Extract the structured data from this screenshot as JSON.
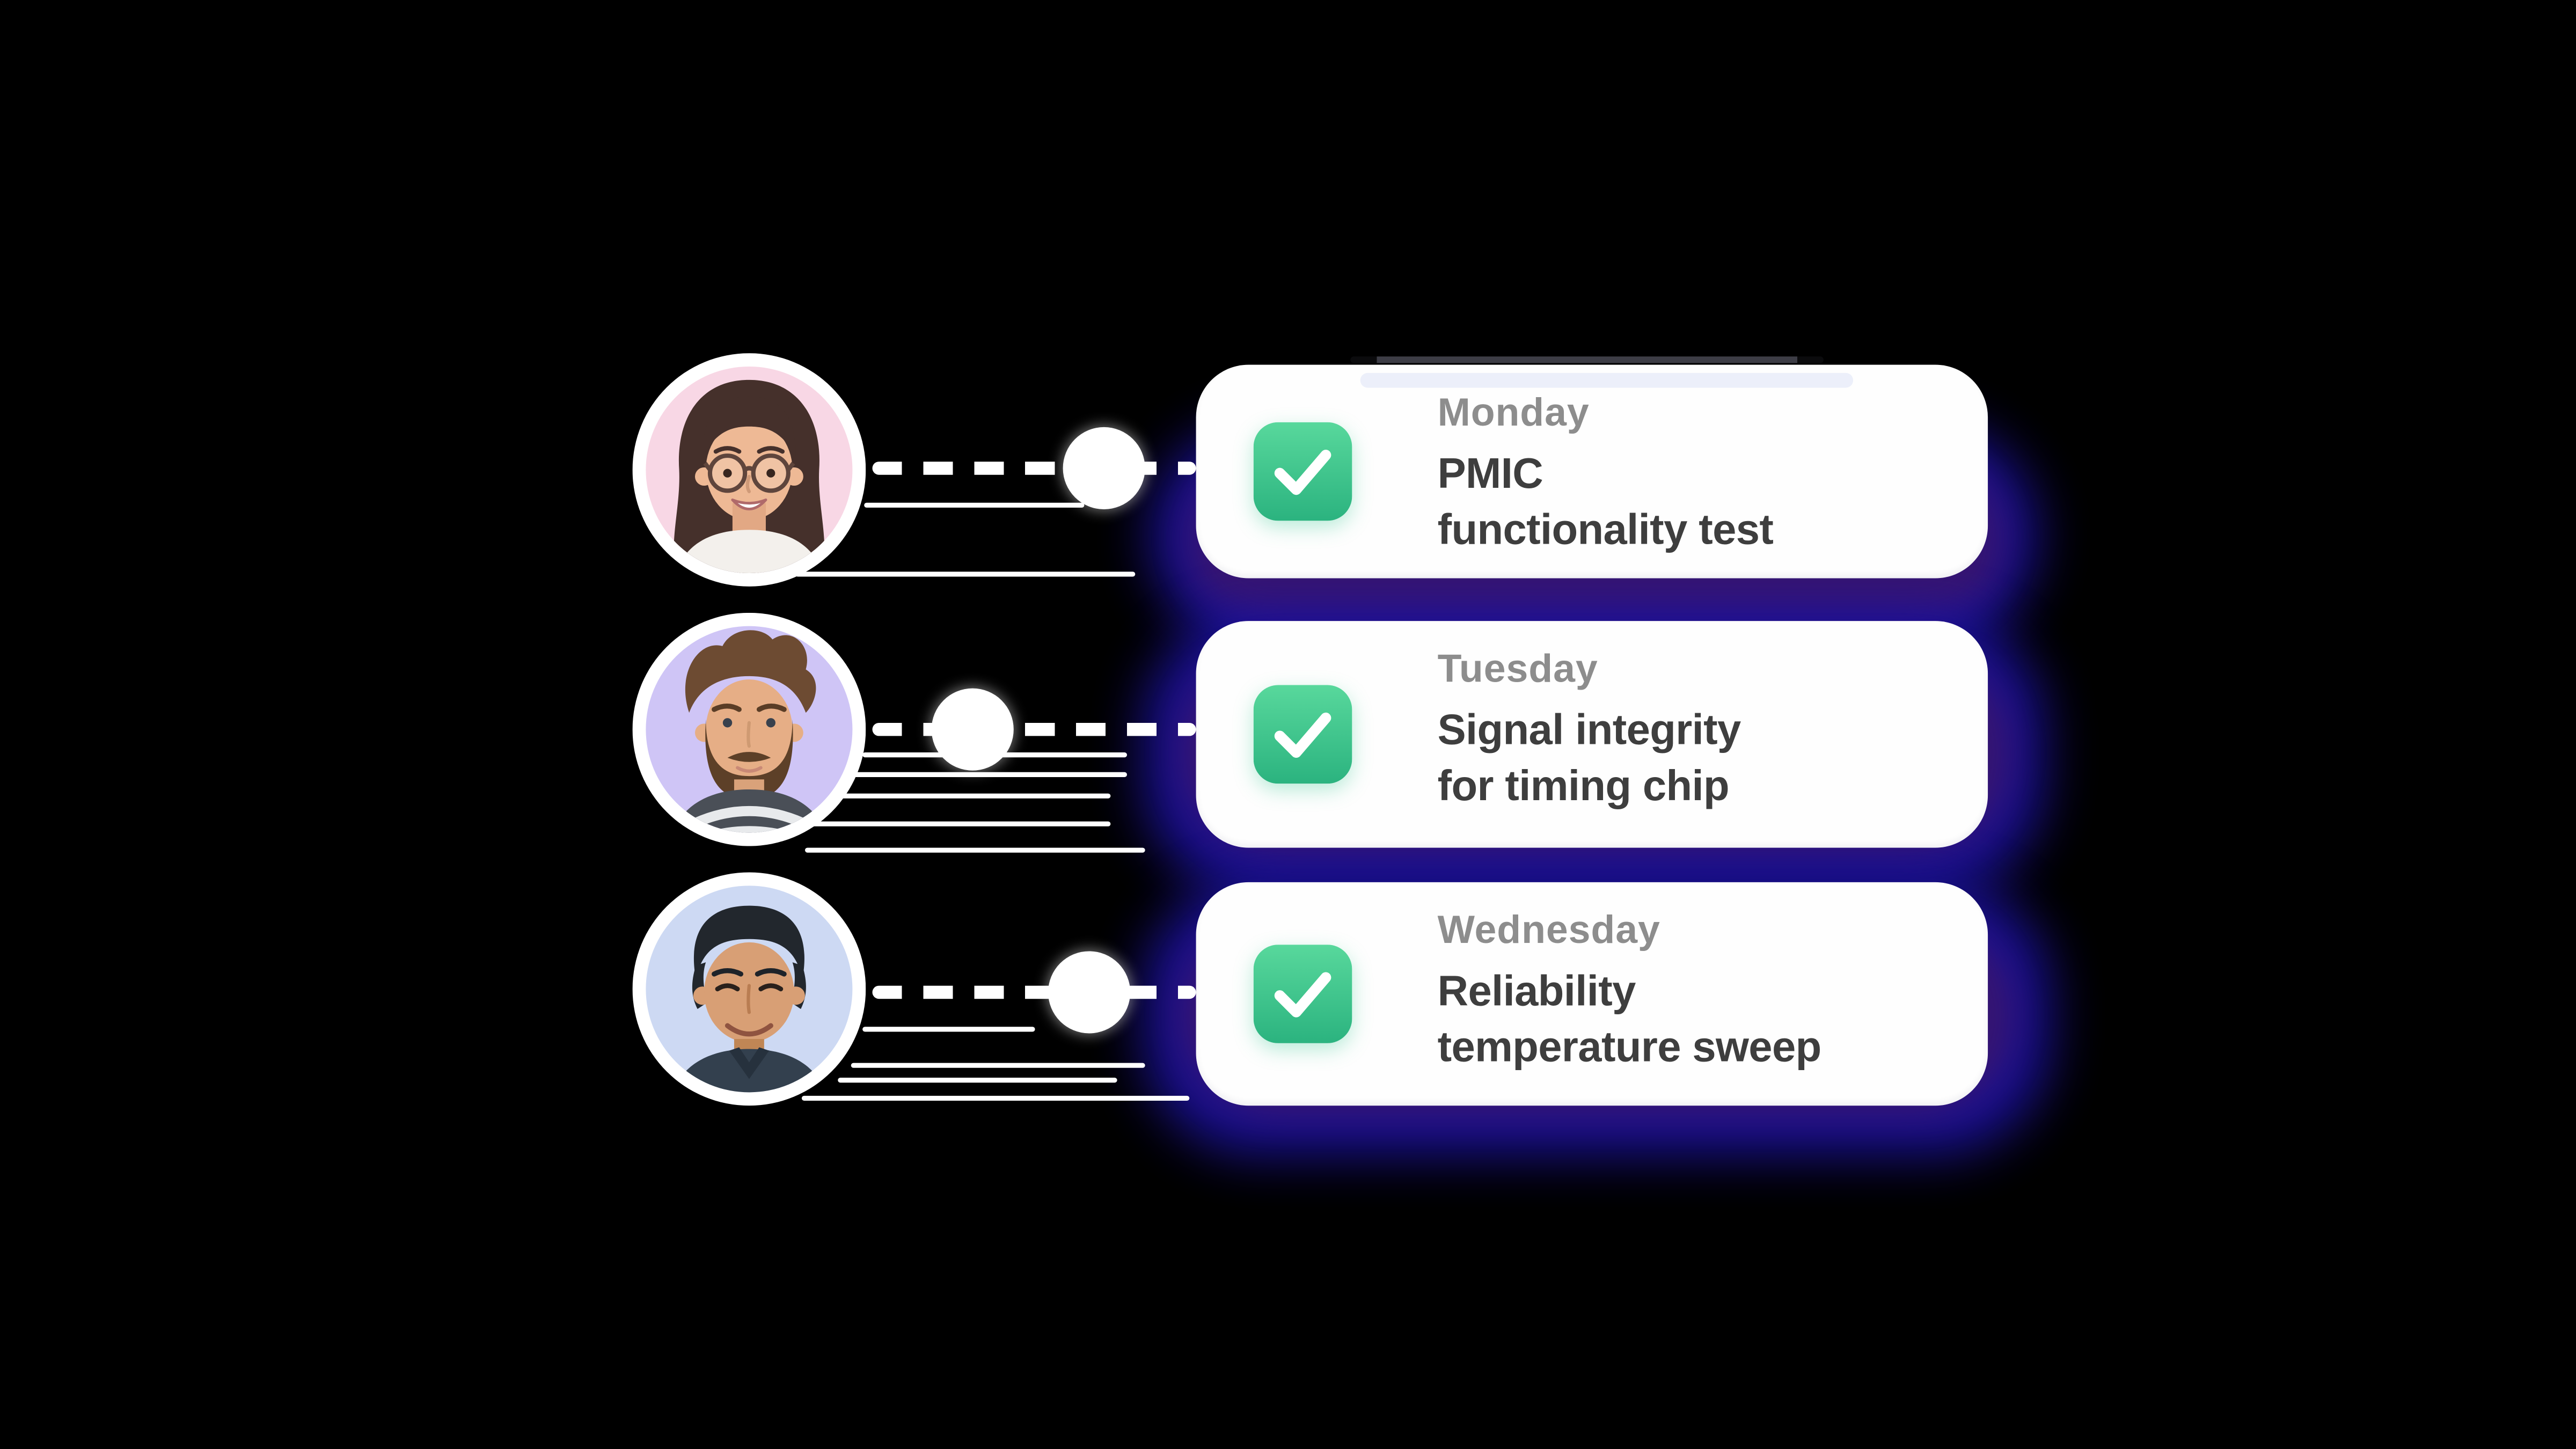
{
  "rows": [
    {
      "day": "Monday",
      "task_line1": "PMIC",
      "task_line2": "functionality test",
      "avatar": "woman-glasses-avatar",
      "avatar_bg": "#f8d7e5"
    },
    {
      "day": "Tuesday",
      "task_line1": "Signal integrity",
      "task_line2": "for timing chip",
      "avatar": "man-beard-avatar",
      "avatar_bg": "#cfc5f6"
    },
    {
      "day": "Wednesday",
      "task_line1": "Reliability",
      "task_line2": "temperature sweep",
      "avatar": "man-darkhair-avatar",
      "avatar_bg": "#cdd9f3"
    }
  ],
  "icons": {
    "check": "✓"
  },
  "colors": {
    "background": "#000000",
    "card_bg": "#fefefe",
    "day_label": "#8d8d8d",
    "task_text": "#3e3e3e",
    "check_green_top": "#58d89c",
    "check_green_bottom": "#2bb37f",
    "check_mark": "#ffffff",
    "glow_blue": "#1c12a0",
    "glow_purple": "#38156f",
    "connector_white": "#ffffff",
    "avatar_ring": "#ffffff"
  }
}
